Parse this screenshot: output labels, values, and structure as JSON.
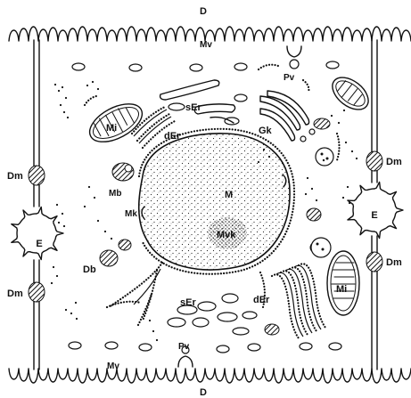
{
  "figure": {
    "labels": {
      "top_D": "D",
      "bottom_D": "D",
      "mv_top": "Mv",
      "mv_bottom": "Mv",
      "pv_top": "Pv",
      "pv_bottom": "Pv",
      "ser_top": "sEr",
      "ser_bottom": "sEr",
      "der_left": "dEr",
      "der_right": "dEr",
      "gk": "Gk",
      "mi_left": "Mi",
      "mi_right": "Mi",
      "nucleus": "M",
      "nucleolus": "Mvk",
      "mk": "Mk",
      "mb": "Mb",
      "db": "Db",
      "e_left": "E",
      "e_right": "E",
      "dm_left_top": "Dm",
      "dm_left_bottom": "Dm",
      "dm_right_top": "Dm",
      "dm_right_bottom": "Dm"
    }
  }
}
